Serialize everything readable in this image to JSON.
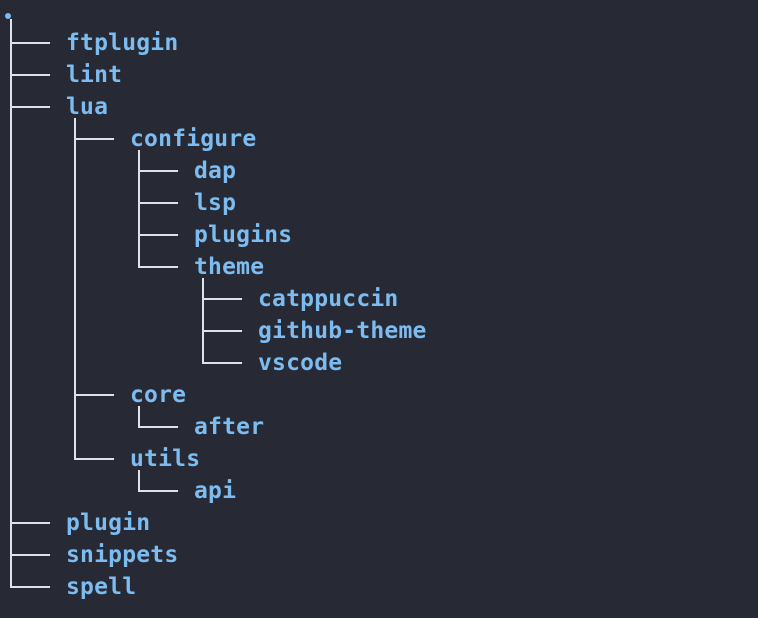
{
  "tree": {
    "root": ".",
    "nodes": [
      {
        "name": "ftplugin",
        "depth": 0
      },
      {
        "name": "lint",
        "depth": 0
      },
      {
        "name": "lua",
        "depth": 0
      },
      {
        "name": "configure",
        "depth": 1
      },
      {
        "name": "dap",
        "depth": 2
      },
      {
        "name": "lsp",
        "depth": 2
      },
      {
        "name": "plugins",
        "depth": 2
      },
      {
        "name": "theme",
        "depth": 2
      },
      {
        "name": "catppuccin",
        "depth": 3
      },
      {
        "name": "github-theme",
        "depth": 3
      },
      {
        "name": "vscode",
        "depth": 3
      },
      {
        "name": "core",
        "depth": 1
      },
      {
        "name": "after",
        "depth": 2
      },
      {
        "name": "utils",
        "depth": 1
      },
      {
        "name": "api",
        "depth": 2
      },
      {
        "name": "plugin",
        "depth": 0
      },
      {
        "name": "snippets",
        "depth": 0
      },
      {
        "name": "spell",
        "depth": 0
      }
    ]
  },
  "colors": {
    "background": "#272a35",
    "folder_text": "#7cbcf0",
    "tree_lines": "#dde1ea"
  }
}
